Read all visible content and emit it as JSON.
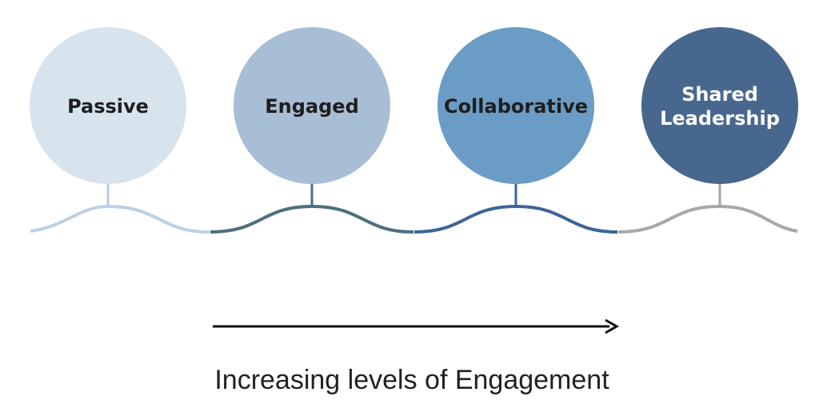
{
  "stages": [
    {
      "label_lines": [
        "Passive"
      ],
      "fill": "#d7e3ed",
      "text_color": "#1e1e1e",
      "stem": "#b9cddf",
      "wave": "#bcd1e3"
    },
    {
      "label_lines": [
        "Engaged"
      ],
      "fill": "#a7bed4",
      "text_color": "#1e1e1e",
      "stem": "#4d6c80",
      "wave": "#4f6f7d"
    },
    {
      "label_lines": [
        "Collaborative"
      ],
      "fill": "#6a9cc6",
      "text_color": "#1e1e1e",
      "stem": "#3e6597",
      "wave": "#3e6598"
    },
    {
      "label_lines": [
        "Shared",
        "Leadership"
      ],
      "fill": "#47678f",
      "text_color": "#ffffff",
      "stem": "#a5a5a5",
      "wave": "#a8a8a8"
    }
  ],
  "arrow": {
    "color": "#111111"
  },
  "caption": "Increasing levels of Engagement"
}
